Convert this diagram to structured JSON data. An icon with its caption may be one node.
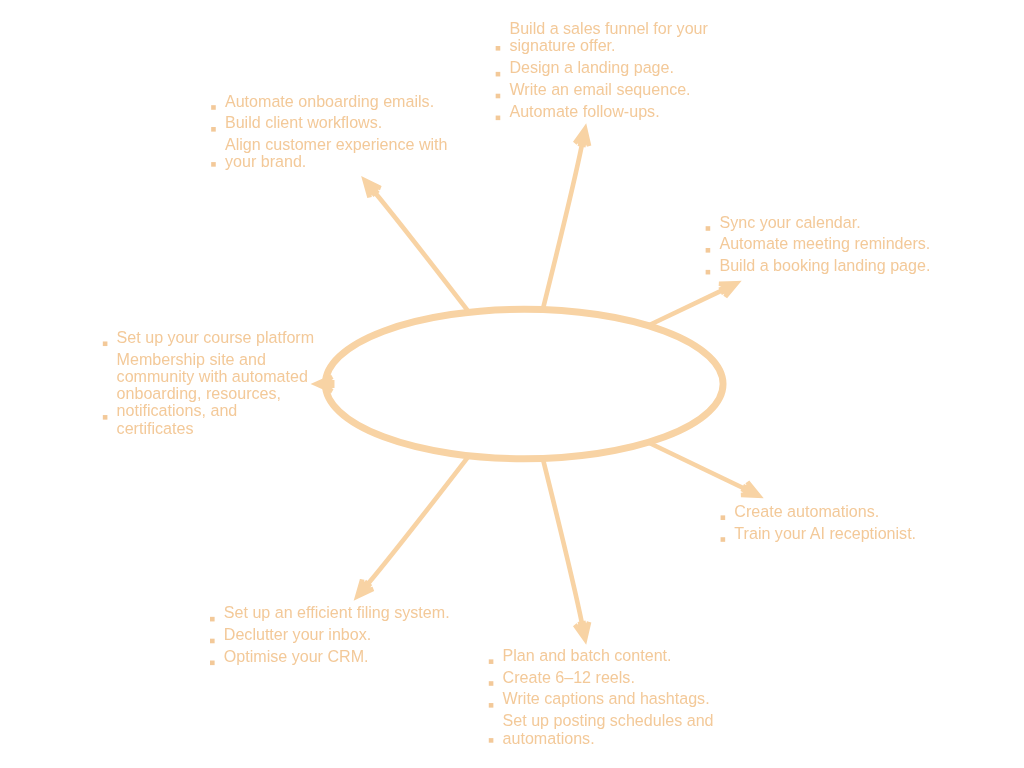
{
  "diagram": {
    "nodes": [
      {
        "text": [],
        "shape": "ellipse"
      },
      {
        "text": [
          "Build a sales funnel for your signature offer.",
          "Design a landing page.",
          "Write an email sequence.",
          "Automate follow-ups."
        ]
      },
      {
        "text": [
          "Automate onboarding emails.",
          "Build client workflows.",
          "Align customer experience with your brand."
        ]
      },
      {
        "text": [
          "Sync your calendar.",
          "Automate meeting reminders.",
          "Build a booking landing page."
        ]
      },
      {
        "text": [
          "Set up your course platform",
          "Membership site and community with automated onboarding, resources, notifications, and certificates"
        ]
      },
      {
        "text": [
          "Create automations.",
          "Train your AI receptionist."
        ]
      },
      {
        "text": [
          "Set up an efficient filing system.",
          "Declutter your inbox.",
          "Optimise your CRM."
        ]
      },
      {
        "text": [
          "Plan and batch content.",
          "Create 6–12 reels.",
          "Write captions and hashtags.",
          "Set up posting schedules and automations."
        ]
      }
    ],
    "edges": [
      {
        "from": 0,
        "to": 1,
        "arrow": "to"
      },
      {
        "from": 0,
        "to": 3,
        "arrow": "to"
      },
      {
        "from": 0,
        "to": 5,
        "arrow": "to"
      },
      {
        "from": 0,
        "to": 7,
        "arrow": "to"
      },
      {
        "from": 0,
        "to": 6,
        "arrow": "to"
      },
      {
        "from": 0,
        "to": 4,
        "arrow": "to"
      },
      {
        "from": 0,
        "to": 2,
        "arrow": "to"
      }
    ]
  }
}
